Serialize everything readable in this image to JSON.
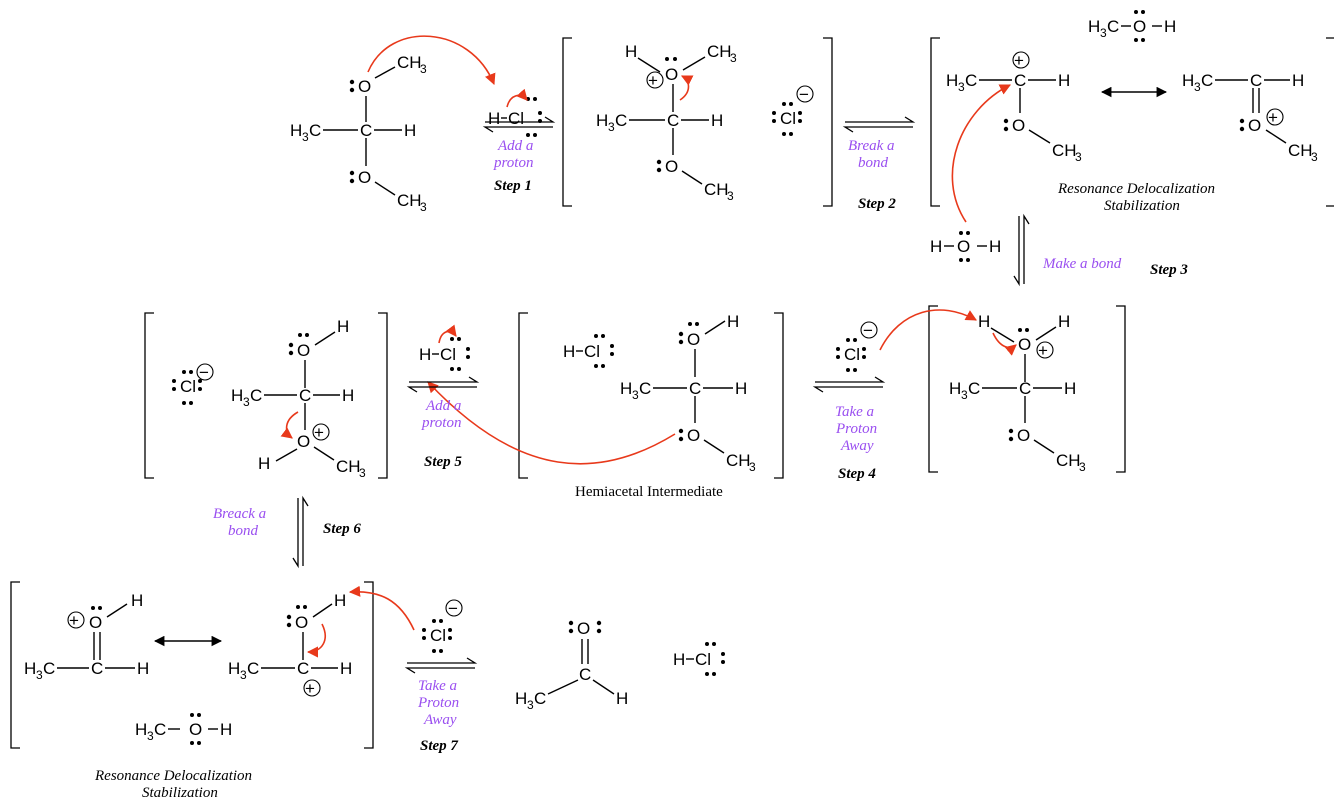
{
  "atoms": {
    "c": "C",
    "o": "O",
    "h": "H",
    "cl": "Cl",
    "ch3": "CH",
    "h3c": "H",
    "sub3": "3"
  },
  "charges": {
    "plus": "+",
    "minus": "−"
  },
  "steps": {
    "step1": {
      "label_line1": "Add a",
      "label_line2": "proton",
      "number": "Step 1"
    },
    "step2": {
      "label_line1": "Break a",
      "label_line2": "bond",
      "number": "Step 2"
    },
    "step3": {
      "label": "Make a bond",
      "number": "Step 3"
    },
    "step4": {
      "label_line1": "Take a",
      "label_line2": "Proton",
      "label_line3": "Away",
      "number": "Step 4"
    },
    "step5": {
      "label_line1": "Add a",
      "label_line2": "proton",
      "number": "Step 5"
    },
    "step6": {
      "label_line1": "Breack a",
      "label_line2": "bond",
      "number": "Step 6"
    },
    "step7": {
      "label_line1": "Take a",
      "label_line2": "Proton",
      "label_line3": "Away",
      "number": "Step 7"
    }
  },
  "captions": {
    "resonance_top_line1": "Resonance Delocalization",
    "resonance_top_line2": "Stabilization",
    "hemiacetal": "Hemiacetal Intermediate",
    "resonance_bottom_line1": "Resonance Delocalization",
    "resonance_bottom_line2": "Stabilization"
  },
  "colors": {
    "arrow_red": "#e8391b",
    "step_purple": "#9a4ff0"
  },
  "icons": [
    "curved-electron-arrow",
    "equilibrium-arrow",
    "resonance-arrow",
    "bracket"
  ]
}
